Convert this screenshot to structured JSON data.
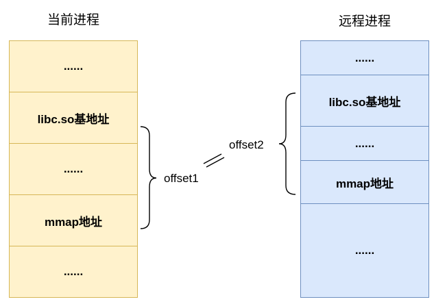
{
  "local": {
    "title": "当前进程",
    "cells": [
      "......",
      "libc.so基地址",
      "......",
      "mmap地址",
      "......"
    ]
  },
  "remote": {
    "title": "远程进程",
    "cells": [
      "......",
      "libc.so基地址",
      "......",
      "mmap地址",
      "......"
    ]
  },
  "offset1": "offset1",
  "offset2": "offset2",
  "colors": {
    "local_fill": "#fff2cc",
    "local_stroke": "#d6b656",
    "remote_fill": "#dae8fc",
    "remote_stroke": "#6c8ebf"
  }
}
